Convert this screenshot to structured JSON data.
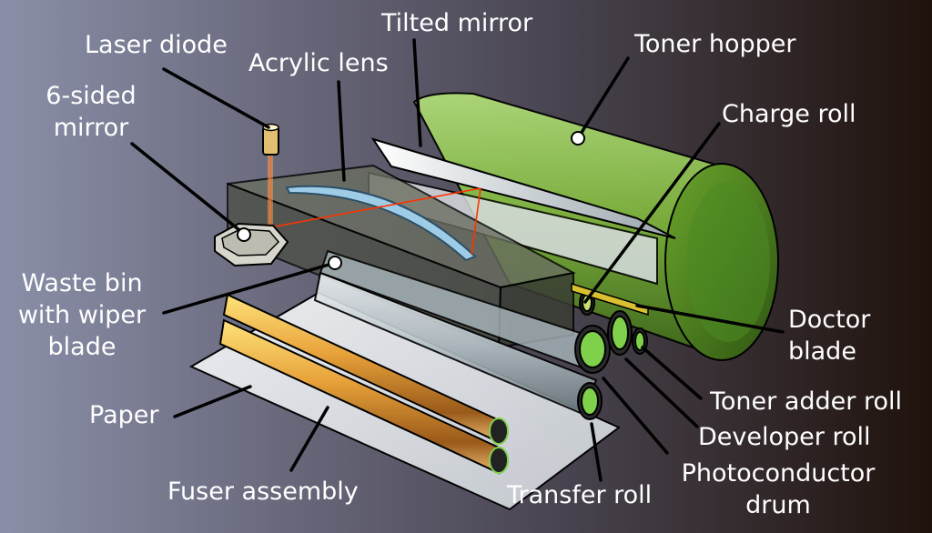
{
  "labels": {
    "laser_diode": "Laser diode",
    "six_sided_mirror": [
      "6-sided",
      "mirror"
    ],
    "acrylic_lens": "Acrylic lens",
    "tilted_mirror": "Tilted mirror",
    "toner_hopper": "Toner hopper",
    "charge_roll": "Charge roll",
    "waste_bin": [
      "Waste bin",
      "with wiper",
      "blade"
    ],
    "doctor_blade": [
      "Doctor",
      "blade"
    ],
    "toner_adder_roll": "Toner adder roll",
    "developer_roll": "Developer roll",
    "photoconductor_drum": [
      "Photoconductor",
      "drum"
    ],
    "paper": "Paper",
    "fuser_assembly": "Fuser assembly",
    "transfer_roll": "Transfer roll"
  },
  "colors": {
    "background_left": "#8a8fa8",
    "background_right": "#1f120c",
    "hopper_green": "#8cc43c",
    "fuser_orange": "#e8a23a",
    "laser_red": "#ff3300",
    "label_text": "#ffffff",
    "leader_line": "#000000"
  }
}
